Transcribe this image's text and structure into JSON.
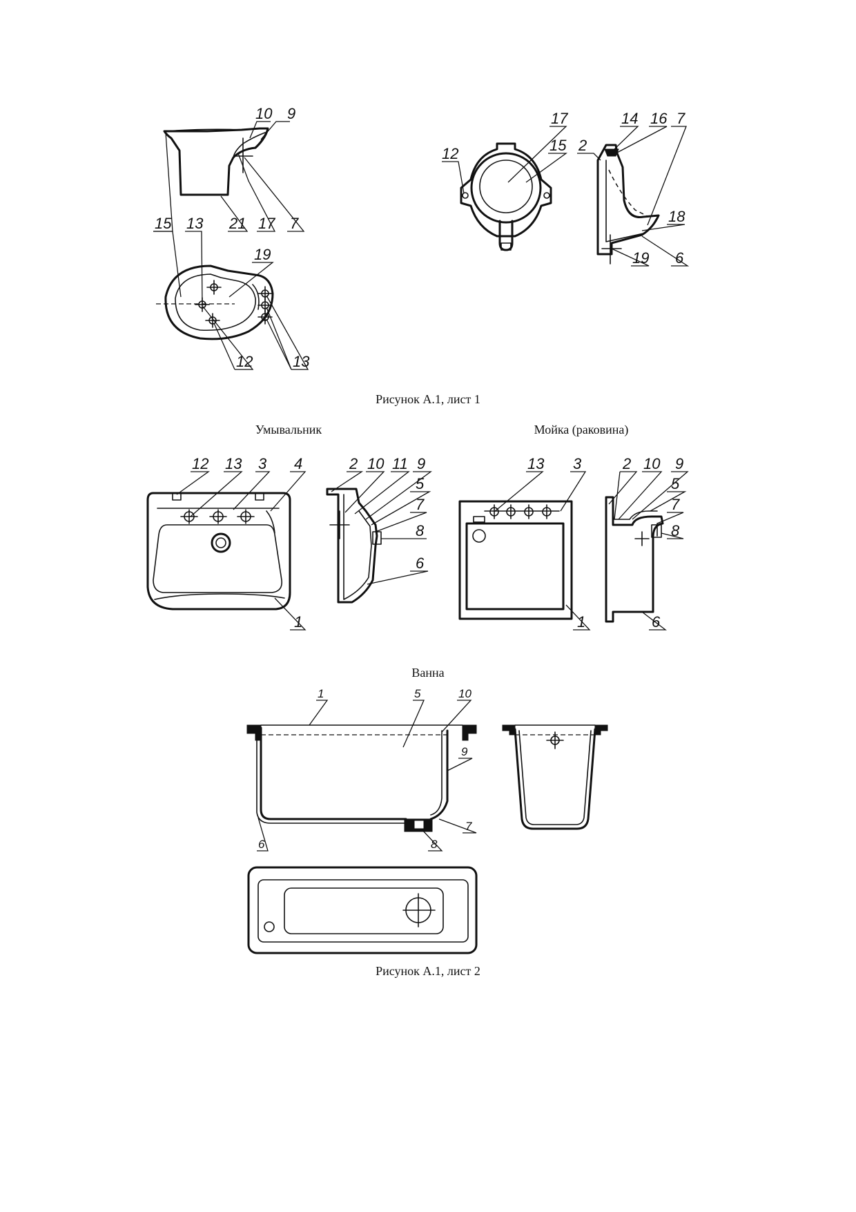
{
  "captions": {
    "sheet1": "Рисунок А.1, лист 1",
    "washbasin": "Умывальник",
    "sink": "Мойка (раковина)",
    "bathtub": "Ванна",
    "sheet2": "Рисунок А.1, лист 2"
  },
  "callouts": {
    "toilet": [
      {
        "id": "t10",
        "text": "10"
      },
      {
        "id": "t9",
        "text": "9"
      },
      {
        "id": "t15",
        "text": "15"
      },
      {
        "id": "t13a",
        "text": "13"
      },
      {
        "id": "t21",
        "text": "21"
      },
      {
        "id": "t17",
        "text": "17"
      },
      {
        "id": "t7",
        "text": "7"
      },
      {
        "id": "t19",
        "text": "19"
      },
      {
        "id": "t12",
        "text": "12"
      },
      {
        "id": "t13b",
        "text": "13"
      }
    ],
    "urinal": [
      {
        "id": "u17",
        "text": "17"
      },
      {
        "id": "u15",
        "text": "15"
      },
      {
        "id": "u12",
        "text": "12"
      },
      {
        "id": "u14",
        "text": "14"
      },
      {
        "id": "u16",
        "text": "16"
      },
      {
        "id": "u7",
        "text": "7"
      },
      {
        "id": "u2",
        "text": "2"
      },
      {
        "id": "u18",
        "text": "18"
      },
      {
        "id": "u19",
        "text": "19"
      },
      {
        "id": "u6",
        "text": "6"
      }
    ],
    "washbasin": [
      {
        "id": "w12",
        "text": "12"
      },
      {
        "id": "w13",
        "text": "13"
      },
      {
        "id": "w3",
        "text": "3"
      },
      {
        "id": "w4",
        "text": "4"
      },
      {
        "id": "w1",
        "text": "1"
      },
      {
        "id": "w2",
        "text": "2"
      },
      {
        "id": "w10",
        "text": "10"
      },
      {
        "id": "w11",
        "text": "11"
      },
      {
        "id": "w9",
        "text": "9"
      },
      {
        "id": "w5",
        "text": "5"
      },
      {
        "id": "w7",
        "text": "7"
      },
      {
        "id": "w8",
        "text": "8"
      },
      {
        "id": "w6",
        "text": "6"
      }
    ],
    "sink": [
      {
        "id": "s13",
        "text": "13"
      },
      {
        "id": "s3",
        "text": "3"
      },
      {
        "id": "s1",
        "text": "1"
      },
      {
        "id": "s2",
        "text": "2"
      },
      {
        "id": "s10",
        "text": "10"
      },
      {
        "id": "s9",
        "text": "9"
      },
      {
        "id": "s5",
        "text": "5"
      },
      {
        "id": "s7",
        "text": "7"
      },
      {
        "id": "s8",
        "text": "8"
      },
      {
        "id": "s6",
        "text": "6"
      }
    ],
    "bathtub": [
      {
        "id": "b1",
        "text": "1"
      },
      {
        "id": "b5",
        "text": "5"
      },
      {
        "id": "b10",
        "text": "10"
      },
      {
        "id": "b9",
        "text": "9"
      },
      {
        "id": "b7",
        "text": "7"
      },
      {
        "id": "b8",
        "text": "8"
      },
      {
        "id": "b6",
        "text": "6"
      }
    ]
  }
}
